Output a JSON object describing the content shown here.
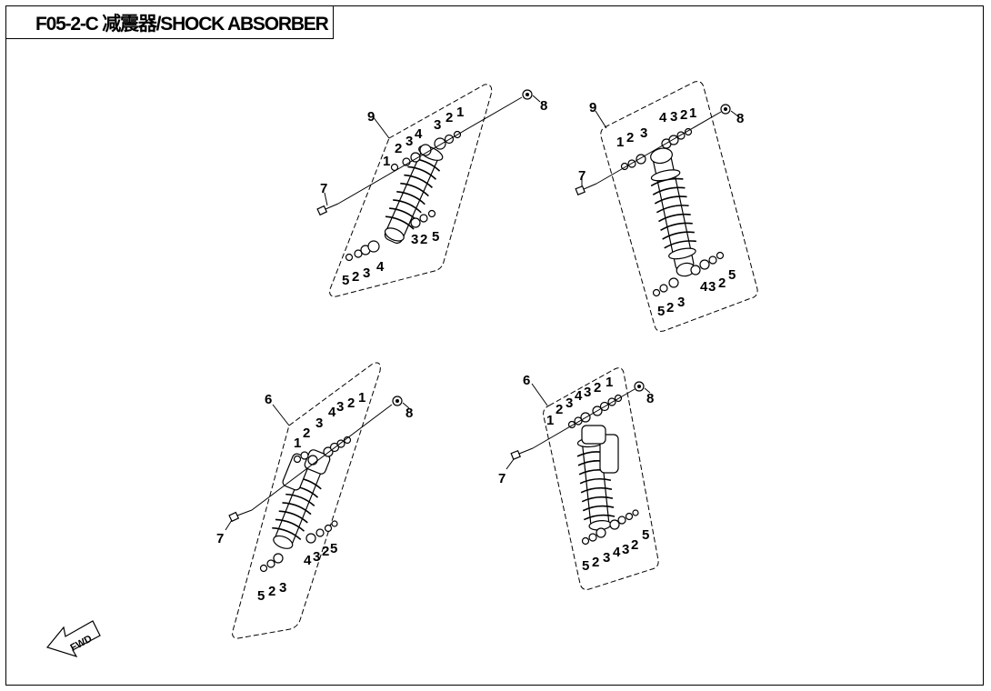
{
  "title": "F05-2-C 减震器/SHOCK ABSORBER",
  "fwd_label": "FWD",
  "assemblies": [
    {
      "id": "front-right",
      "assembly_label": "9",
      "bolt_label": "7",
      "nut_label": "8",
      "top_labels": [
        "1",
        "2",
        "3",
        "4",
        "3",
        "2",
        "1"
      ],
      "bottom_left_labels": [
        "5",
        "2",
        "3",
        "4"
      ],
      "bottom_right_labels": [
        "3",
        "2",
        "5"
      ]
    },
    {
      "id": "front-left",
      "assembly_label": "9",
      "bolt_label": "7",
      "nut_label": "8",
      "top_labels": [
        "1",
        "2",
        "3",
        "4",
        "3",
        "2",
        "1"
      ],
      "bottom_left_labels": [
        "5",
        "2",
        "3"
      ],
      "bottom_right_labels": [
        "4",
        "3",
        "2",
        "5"
      ]
    },
    {
      "id": "rear-left",
      "assembly_label": "6",
      "bolt_label": "7",
      "nut_label": "8",
      "top_labels": [
        "1",
        "2",
        "3",
        "4",
        "3",
        "2",
        "1"
      ],
      "bottom_left_labels": [
        "5",
        "2",
        "3"
      ],
      "bottom_right_labels": [
        "4",
        "3",
        "2",
        "5"
      ]
    },
    {
      "id": "rear-right",
      "assembly_label": "6",
      "bolt_label": "7",
      "nut_label": "8",
      "top_labels": [
        "1",
        "2",
        "3",
        "4",
        "3",
        "2",
        "1"
      ],
      "bottom_left_labels": [
        "5",
        "2",
        "3"
      ],
      "bottom_right_labels": [
        "4",
        "3",
        "2",
        "5"
      ]
    }
  ]
}
